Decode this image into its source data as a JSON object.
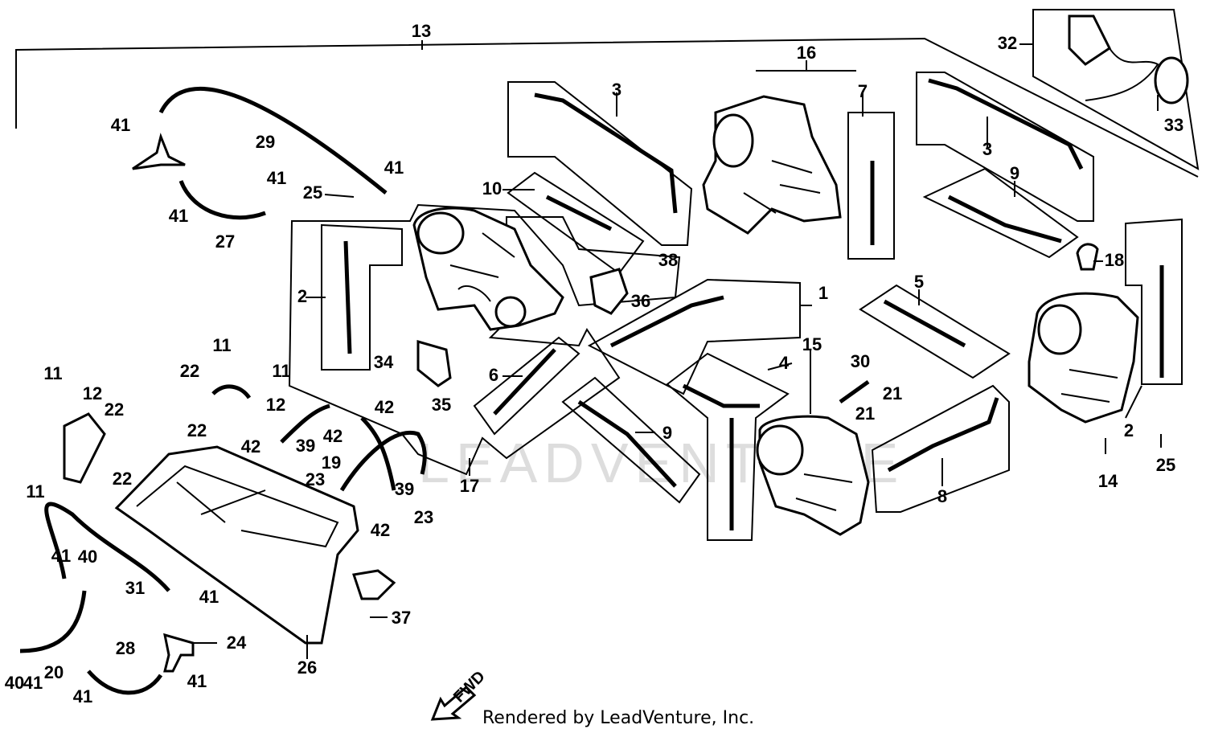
{
  "callouts": [
    "1",
    "2",
    "2",
    "3",
    "3",
    "4",
    "5",
    "6",
    "7",
    "8",
    "9",
    "9",
    "10",
    "11",
    "11",
    "11",
    "11",
    "12",
    "12",
    "13",
    "14",
    "15",
    "16",
    "17",
    "18",
    "19",
    "20",
    "21",
    "21",
    "22",
    "22",
    "22",
    "22",
    "23",
    "23",
    "24",
    "25",
    "25",
    "26",
    "27",
    "28",
    "29",
    "30",
    "31",
    "32",
    "33",
    "34",
    "35",
    "36",
    "37",
    "38",
    "39",
    "39",
    "40",
    "40",
    "41",
    "41",
    "41",
    "41",
    "41",
    "41",
    "41",
    "41",
    "41",
    "42",
    "42",
    "42",
    "42"
  ],
  "footer": {
    "rendered_by": "Rendered by LeadVenture, Inc."
  },
  "direction_label": "FWD",
  "watermark": "LEADVENTURE"
}
